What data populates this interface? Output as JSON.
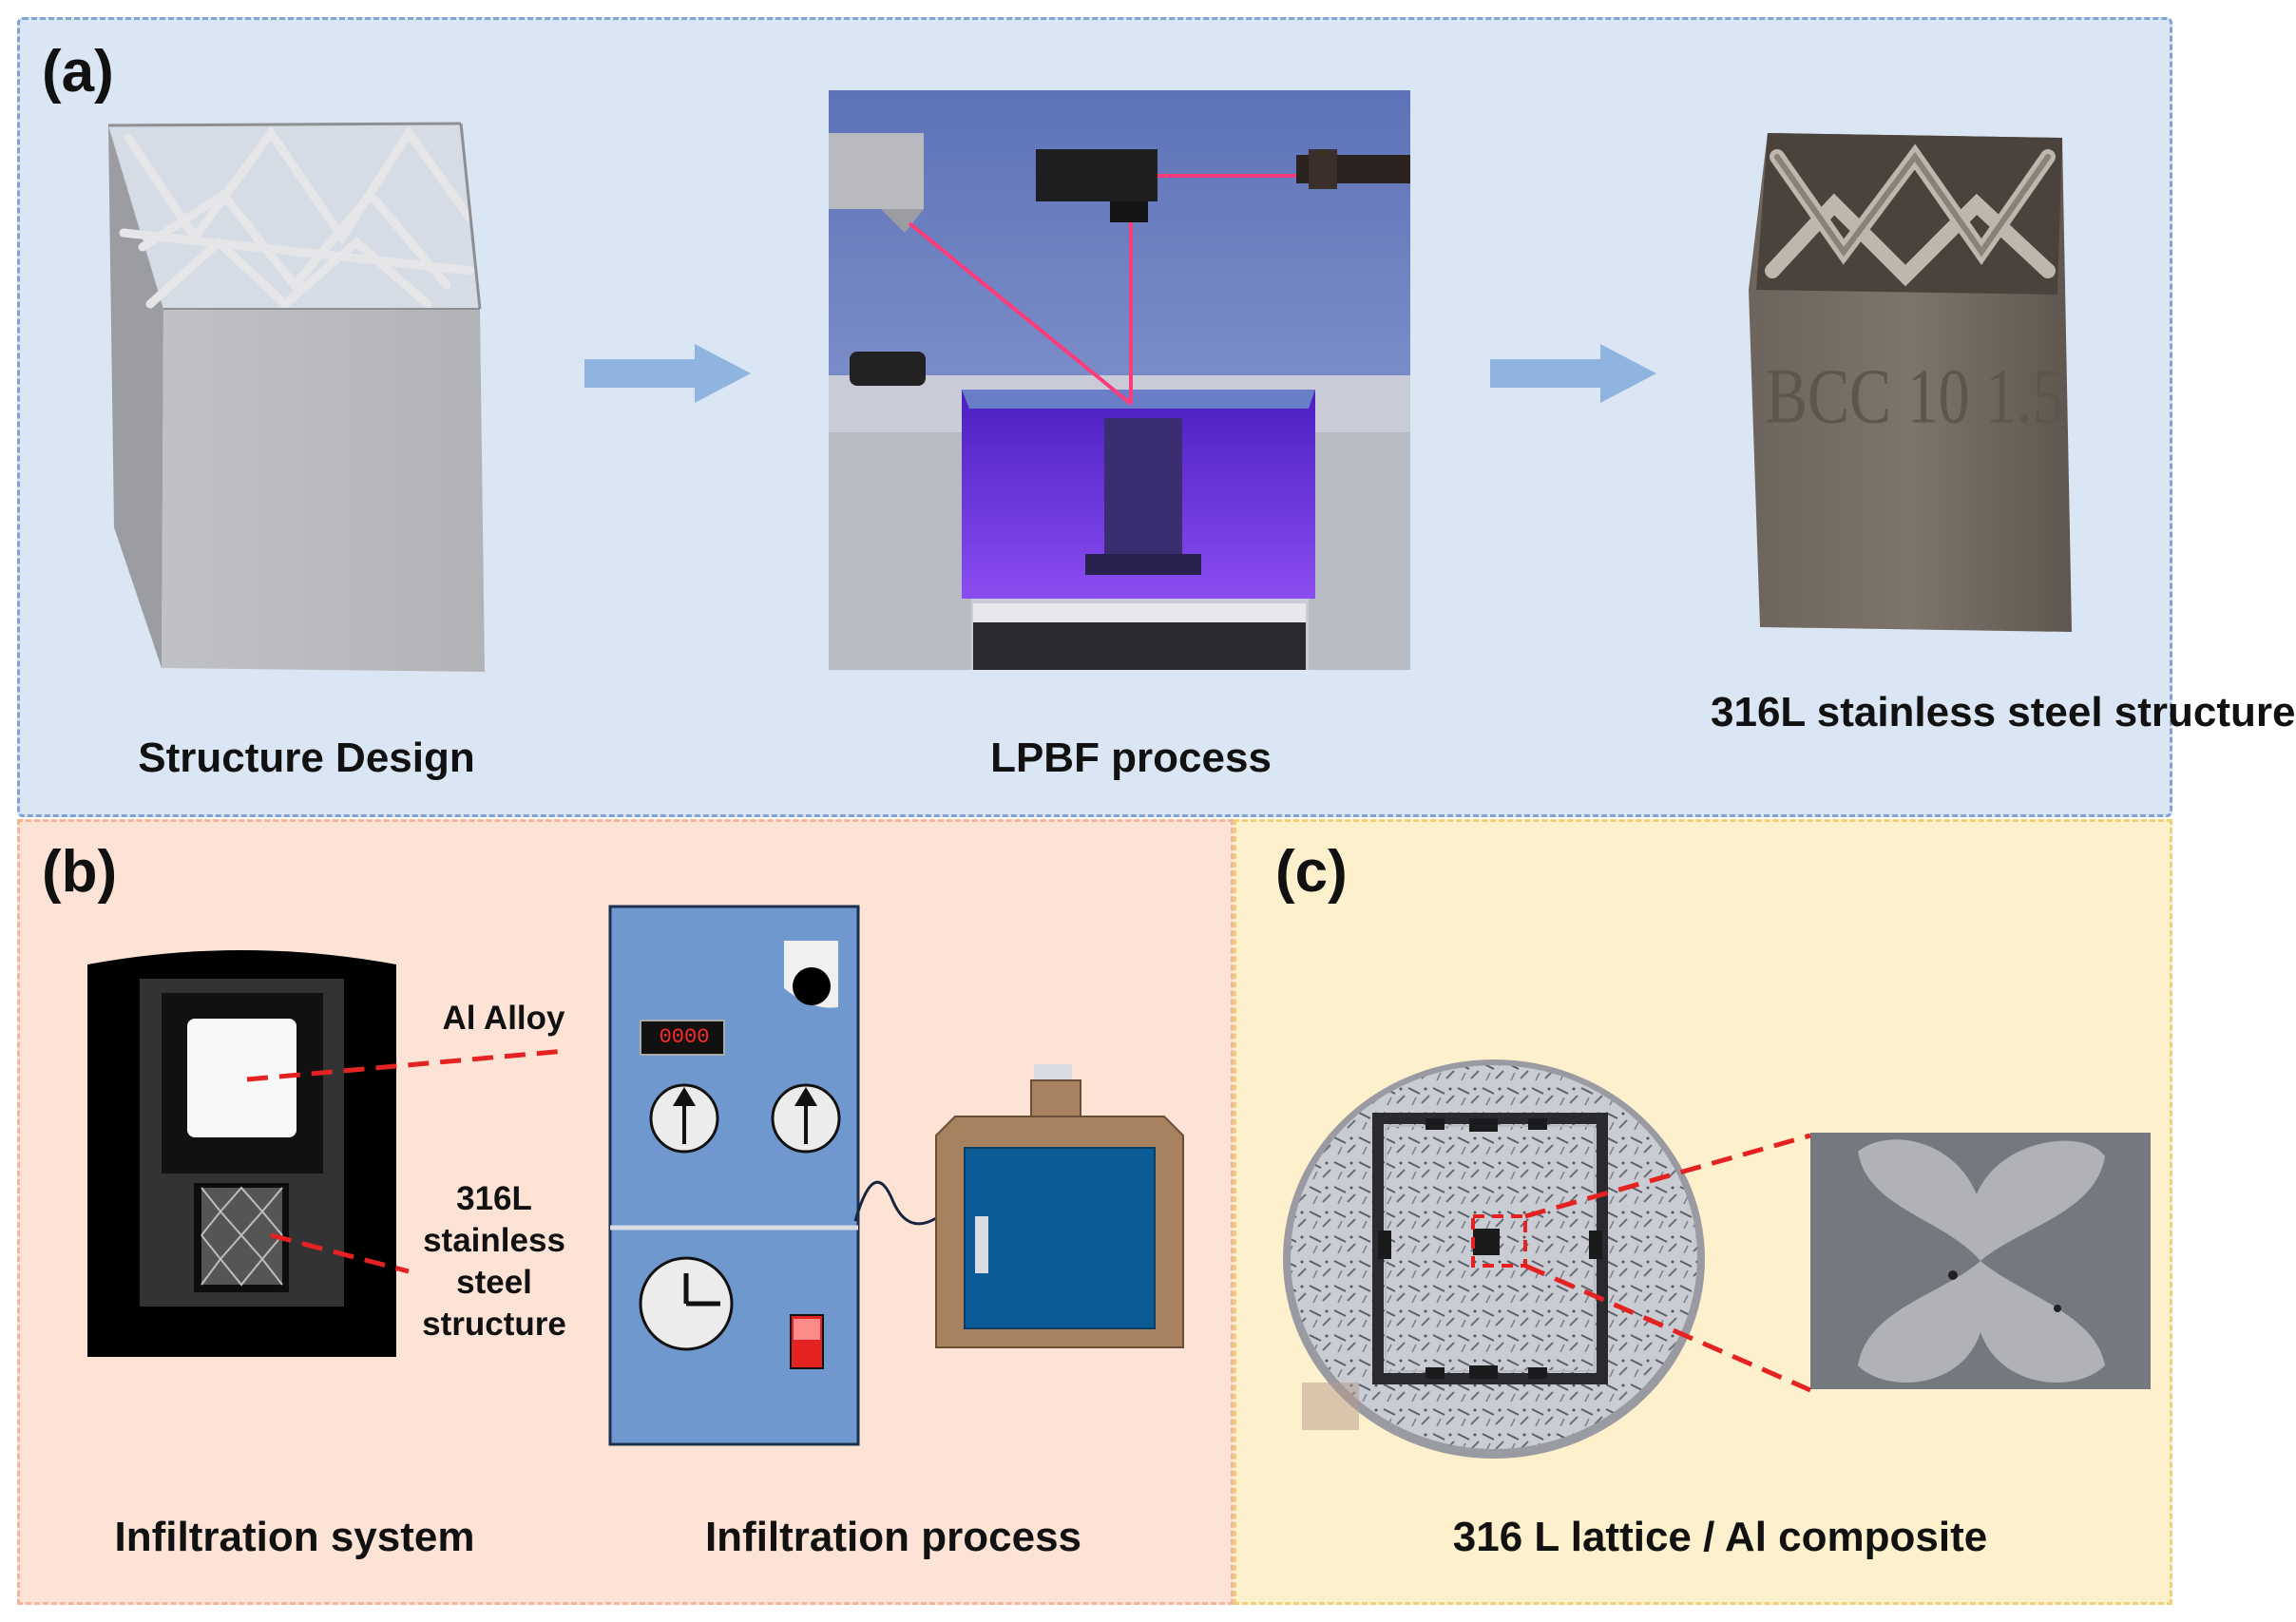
{
  "panel_a": {
    "tag": "(a)",
    "captions": {
      "design": "Structure Design",
      "process": "LPBF process",
      "result": "316L stainless\nsteel structure"
    },
    "engraving": "BCC 10 1.5"
  },
  "panel_b": {
    "tag": "(b)",
    "labels": {
      "al_alloy": "Al Alloy",
      "steel": "316L\nstainless\nsteel\nstructure"
    },
    "display_value": "0000",
    "captions": {
      "system": "Infiltration system",
      "process": "Infiltration process"
    }
  },
  "panel_c": {
    "tag": "(c)",
    "caption": "316 L lattice / Al composite"
  },
  "colors": {
    "panel_a_bg": "#dbe6f4",
    "panel_b_bg": "#fde3d6",
    "panel_c_bg": "#fdf0cc",
    "arrow": "#8fb4e0",
    "laser": "#ff3b7a",
    "cabinet": "#6f98cf",
    "furnace_body": "#a8825e",
    "furnace_door": "#0b5b97",
    "callout": "#e52222"
  }
}
